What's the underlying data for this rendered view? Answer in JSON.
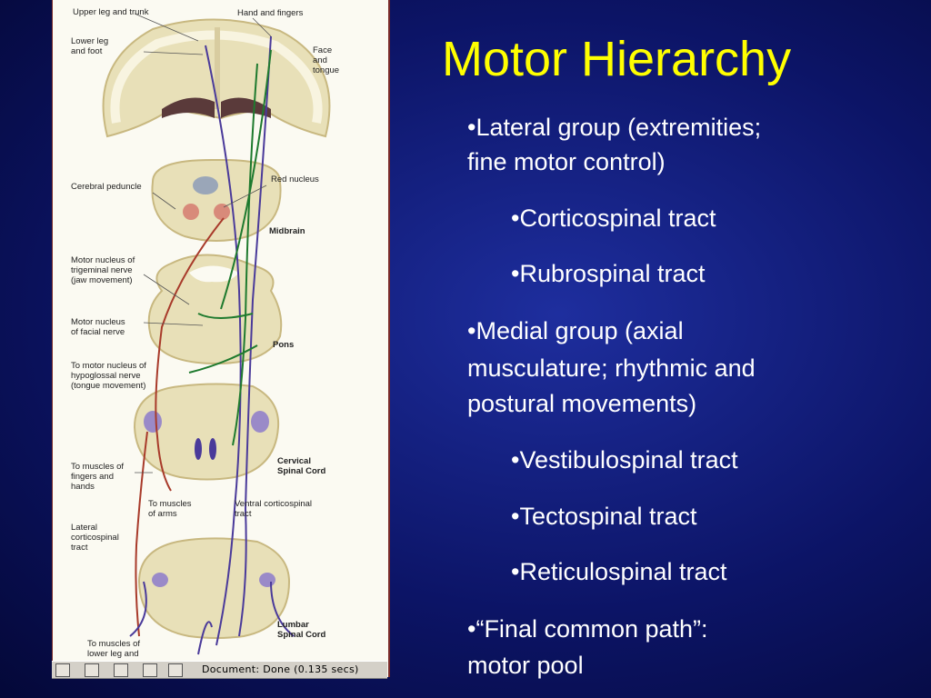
{
  "slide": {
    "title": "Motor Hierarchy",
    "bullets": [
      {
        "level": 1,
        "text": "•Lateral group (extremities;"
      },
      {
        "level": 1,
        "text": "fine motor control)"
      },
      {
        "level": 2,
        "text": "•Corticospinal tract"
      },
      {
        "level": 2,
        "text": "•Rubrospinal tract"
      },
      {
        "level": 1,
        "text": "•Medial group (axial"
      },
      {
        "level": 1,
        "text": "musculature;  rhythmic and"
      },
      {
        "level": 1,
        "text": "postural movements)"
      },
      {
        "level": 2,
        "text": "•Vestibulospinal tract"
      },
      {
        "level": 2,
        "text": "•Tectospinal tract"
      },
      {
        "level": 2,
        "text": "•Reticulospinal tract"
      },
      {
        "level": 1,
        "text": "•“Final common path”:"
      },
      {
        "level": 1,
        "text": "motor pool"
      }
    ]
  },
  "figure": {
    "labels": {
      "upper_leg": "Upper leg and trunk",
      "hand_fingers": "Hand and fingers",
      "lower_leg": "Lower leg\nand foot",
      "face_tongue": "Face\nand\ntongue",
      "cerebral_peduncle": "Cerebral peduncle",
      "red_nucleus": "Red nucleus",
      "midbrain": "Midbrain",
      "trigeminal": "Motor nucleus of\ntrigeminal nerve\n(jaw movement)",
      "facial": "Motor nucleus\nof facial nerve",
      "pons": "Pons",
      "hypoglossal": "To motor nucleus of\nhypoglossal nerve\n(tongue movement)",
      "fingers_hands": "To muscles of\nfingers and\nhands",
      "cervical": "Cervical\nSpinal Cord",
      "arms": "To muscles\nof arms",
      "ventral_cst": "Ventral corticospinal\ntract",
      "lateral_cst": "Lateral\ncorticospinal\ntract",
      "lumbar": "Lumbar\nSpinal Cord",
      "lower_leg_muscles": "To muscles of\nlower leg and"
    }
  },
  "browser_status": {
    "text": "Document: Done (0.135 secs)"
  },
  "colors": {
    "title": "#ffff00",
    "text": "#ffffff",
    "tissue": "#e8e0b8",
    "tract_purple": "#4a3a9a",
    "tract_red": "#a83a2a",
    "tract_green": "#1e7a2e"
  }
}
